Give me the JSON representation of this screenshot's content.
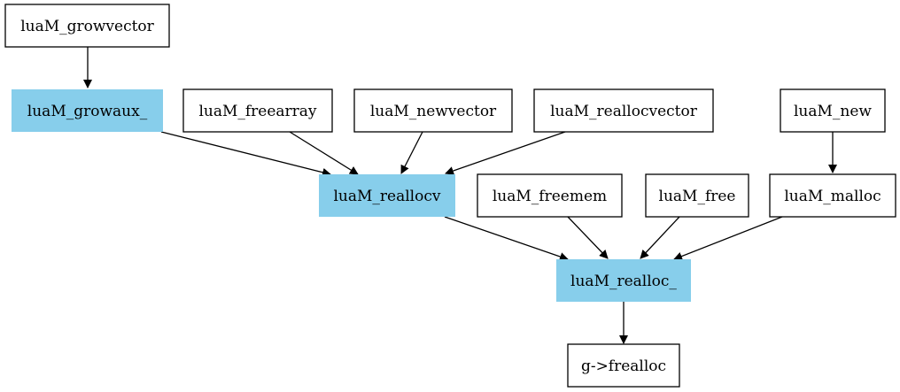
{
  "colors": {
    "highlight_fill": "#87ceeb",
    "plain_fill": "#ffffff",
    "stroke": "#000000"
  },
  "nodes": [
    {
      "id": "growvector",
      "label": "luaM_growvector",
      "highlighted": false
    },
    {
      "id": "growaux",
      "label": "luaM_growaux_",
      "highlighted": true
    },
    {
      "id": "freearray",
      "label": "luaM_freearray",
      "highlighted": false
    },
    {
      "id": "newvector",
      "label": "luaM_newvector",
      "highlighted": false
    },
    {
      "id": "reallocvector",
      "label": "luaM_reallocvector",
      "highlighted": false
    },
    {
      "id": "new",
      "label": "luaM_new",
      "highlighted": false
    },
    {
      "id": "reallocv",
      "label": "luaM_reallocv",
      "highlighted": true
    },
    {
      "id": "freemem",
      "label": "luaM_freemem",
      "highlighted": false
    },
    {
      "id": "free",
      "label": "luaM_free",
      "highlighted": false
    },
    {
      "id": "malloc",
      "label": "luaM_malloc",
      "highlighted": false
    },
    {
      "id": "realloc",
      "label": "luaM_realloc_",
      "highlighted": true
    },
    {
      "id": "frealloc",
      "label": "g->frealloc",
      "highlighted": false
    }
  ],
  "edges": [
    {
      "from": "growvector",
      "to": "growaux"
    },
    {
      "from": "growaux",
      "to": "reallocv"
    },
    {
      "from": "freearray",
      "to": "reallocv"
    },
    {
      "from": "newvector",
      "to": "reallocv"
    },
    {
      "from": "reallocvector",
      "to": "reallocv"
    },
    {
      "from": "new",
      "to": "malloc"
    },
    {
      "from": "reallocv",
      "to": "realloc"
    },
    {
      "from": "freemem",
      "to": "realloc"
    },
    {
      "from": "free",
      "to": "realloc"
    },
    {
      "from": "malloc",
      "to": "realloc"
    },
    {
      "from": "realloc",
      "to": "frealloc"
    }
  ]
}
